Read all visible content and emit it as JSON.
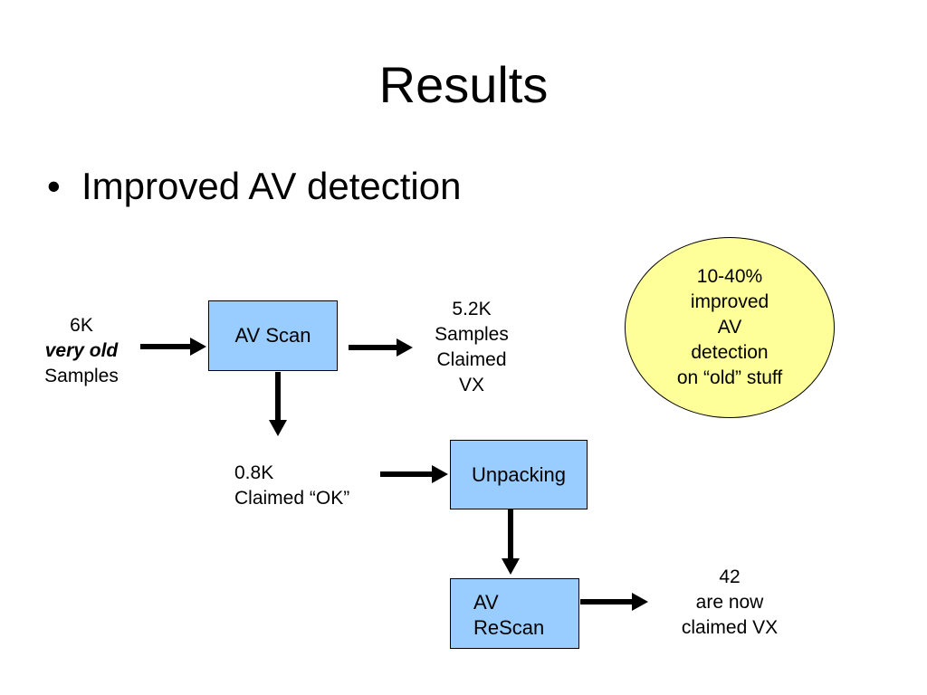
{
  "slide": {
    "title": "Results",
    "bullet": "Improved AV detection"
  },
  "diagram": {
    "input": {
      "line1": "6K",
      "line2": "very old",
      "line3": "Samples"
    },
    "av_scan": "AV Scan",
    "claimed_vx": [
      "5.2K",
      "Samples",
      "Claimed",
      "VX"
    ],
    "claimed_ok": [
      "0.8K",
      "Claimed “OK”"
    ],
    "unpacking": "Unpacking",
    "av_rescan": [
      "AV",
      "ReScan"
    ],
    "now_claimed": [
      "42",
      "are now",
      "claimed VX"
    ],
    "callout": [
      "10-40%",
      "improved",
      "AV",
      "detection",
      "on “old” stuff"
    ]
  },
  "colors": {
    "box_fill": "#99ccff",
    "callout_fill": "#ffff99",
    "arrow": "#000000"
  }
}
